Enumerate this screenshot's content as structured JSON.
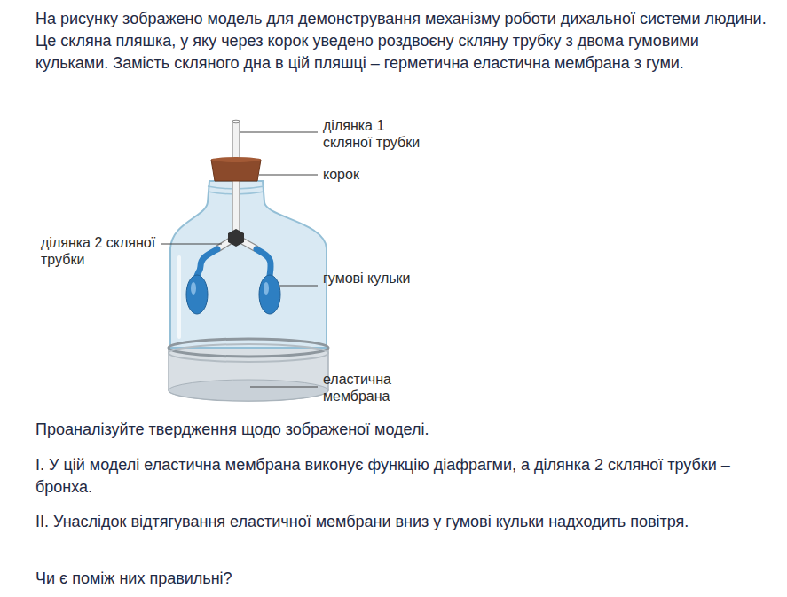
{
  "diagram": {
    "labels": [
      "На рисунку зображено модель для демонстрування механізму роботи дихальної системи людини. Це скляна пляшка, у яку через корок уведено роздвоєну скляну трубку з двома гумовими кульками. Замість скляного дна в цій пляшці – герметична еластична мембрана з гуми.",
      "ділянка 1 скляної трубки",
      "корок",
      "ділянка 2 скляної трубки",
      "гумові кульки",
      "еластична мембрана",
      "Проаналізуйте твердження щодо зображеної моделі.",
      "I. У цій моделі еластична мембрана виконує функцію діафрагми, а ділянка 2 скляної трубки – бронха.",
      "II. Унаслідок відтягування еластичної мембрани вниз у гумові кульки надходить повітря.",
      "Чи є поміж них правильні?"
    ]
  }
}
